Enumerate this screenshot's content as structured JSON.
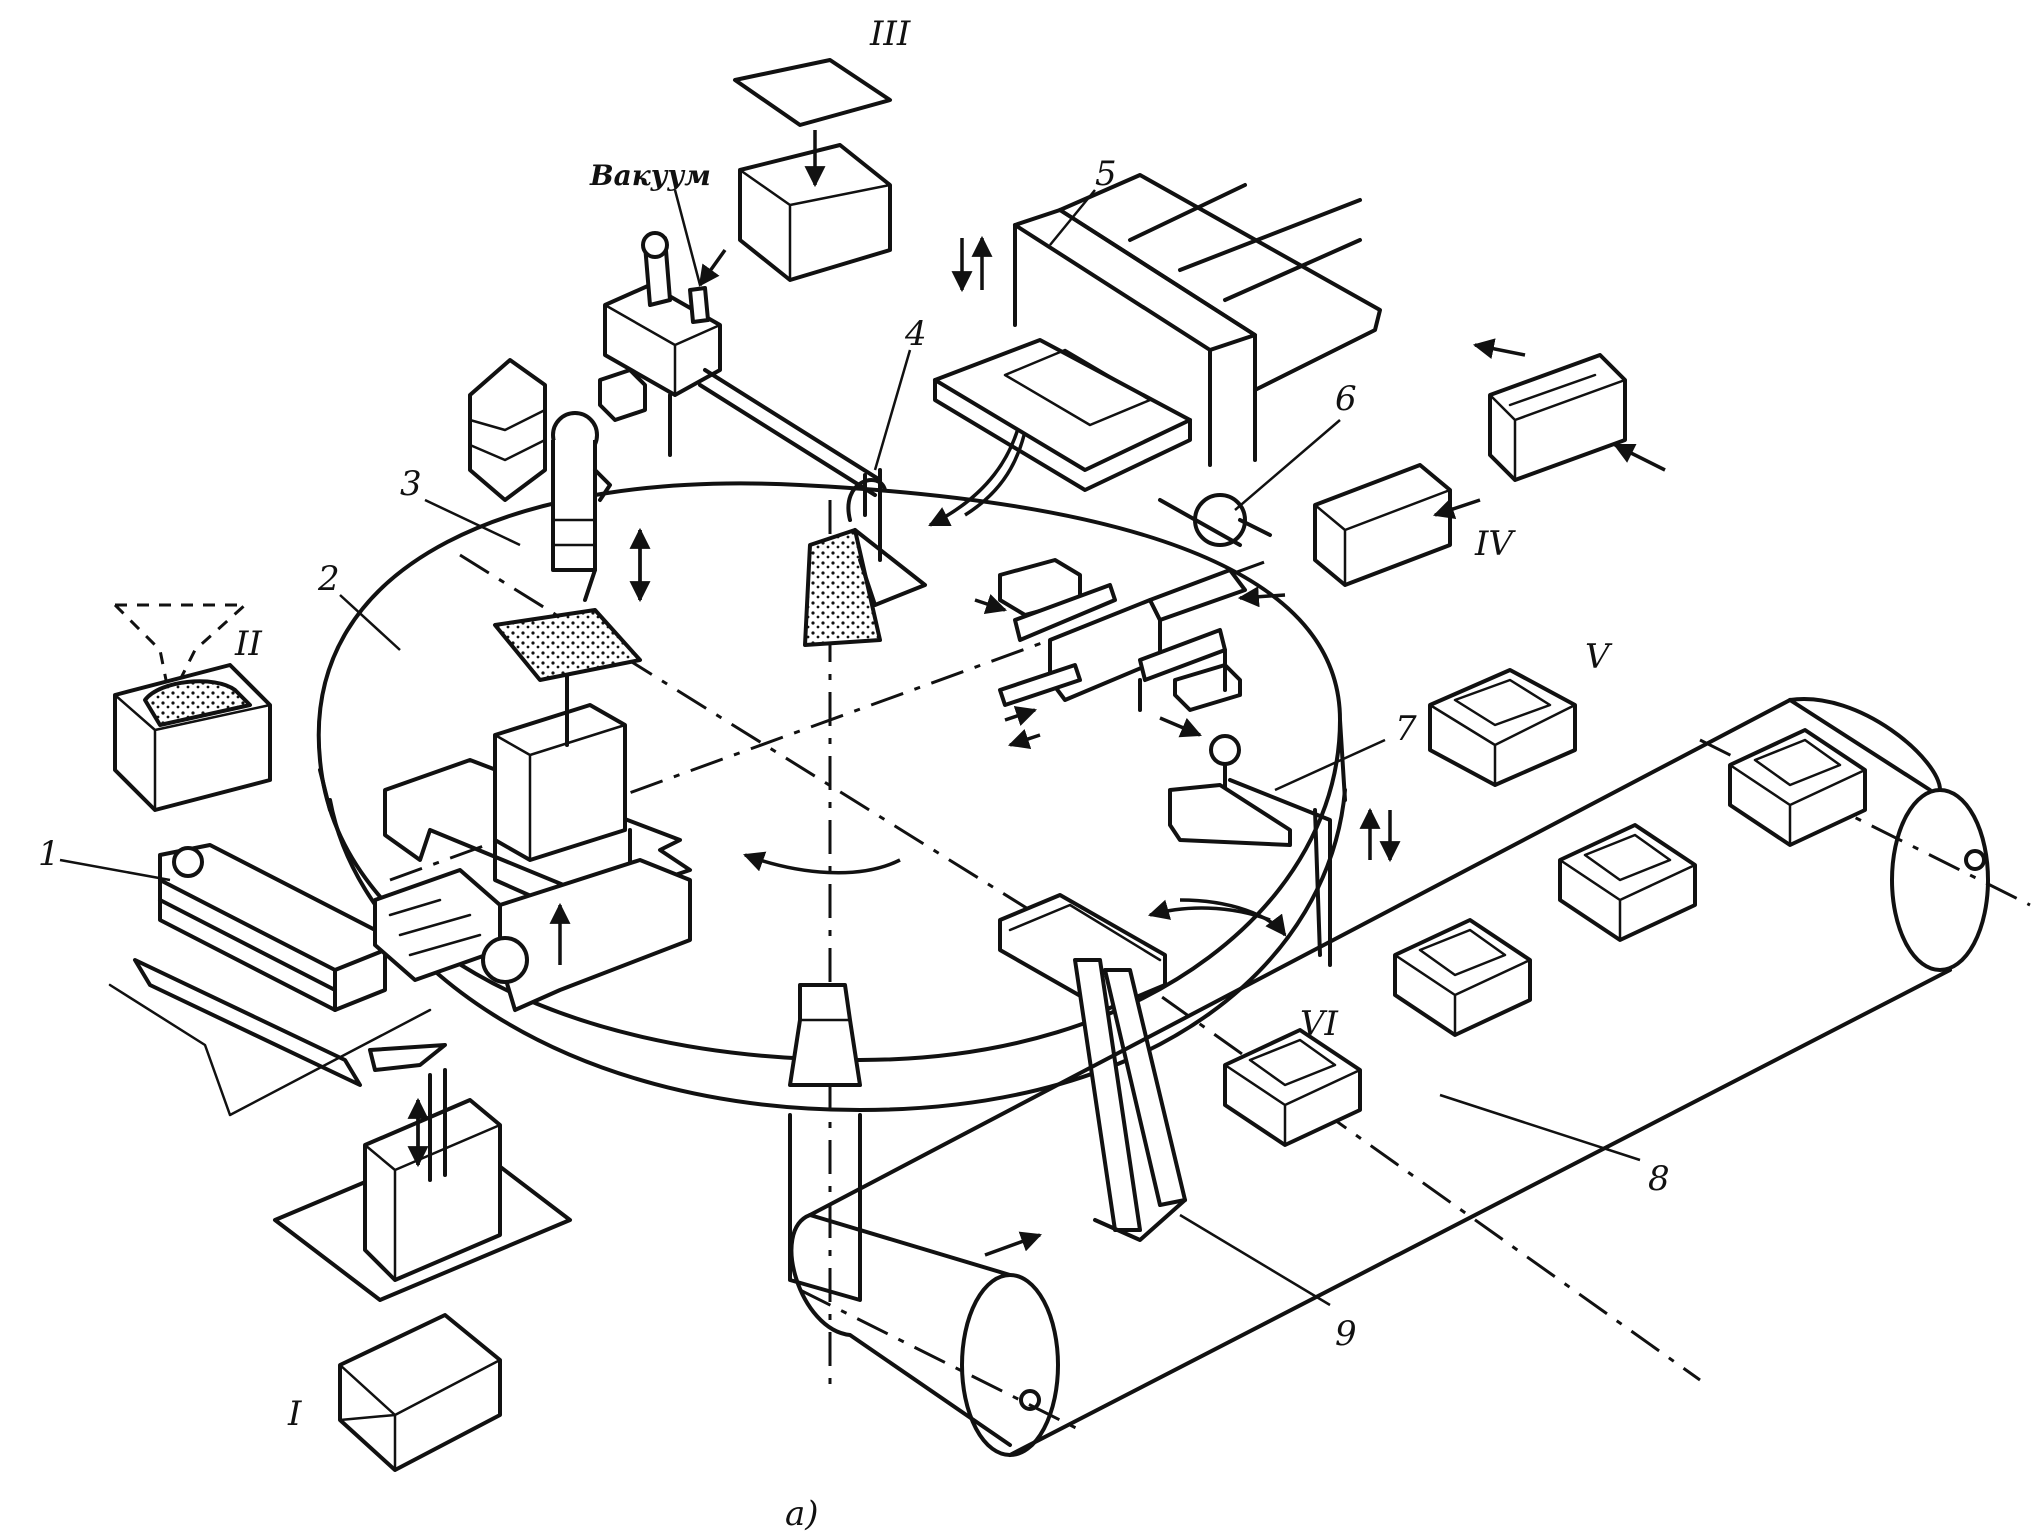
{
  "labels": {
    "n1": "1",
    "n2": "2",
    "n3": "3",
    "n4": "4",
    "n5": "5",
    "n6": "6",
    "n7": "7",
    "n8": "8",
    "n9": "9",
    "r1": "I",
    "r2": "II",
    "r3": "III",
    "r4": "IV",
    "r5": "V",
    "r6": "VI",
    "vacuum": "Вакуум",
    "caption": "а)"
  }
}
